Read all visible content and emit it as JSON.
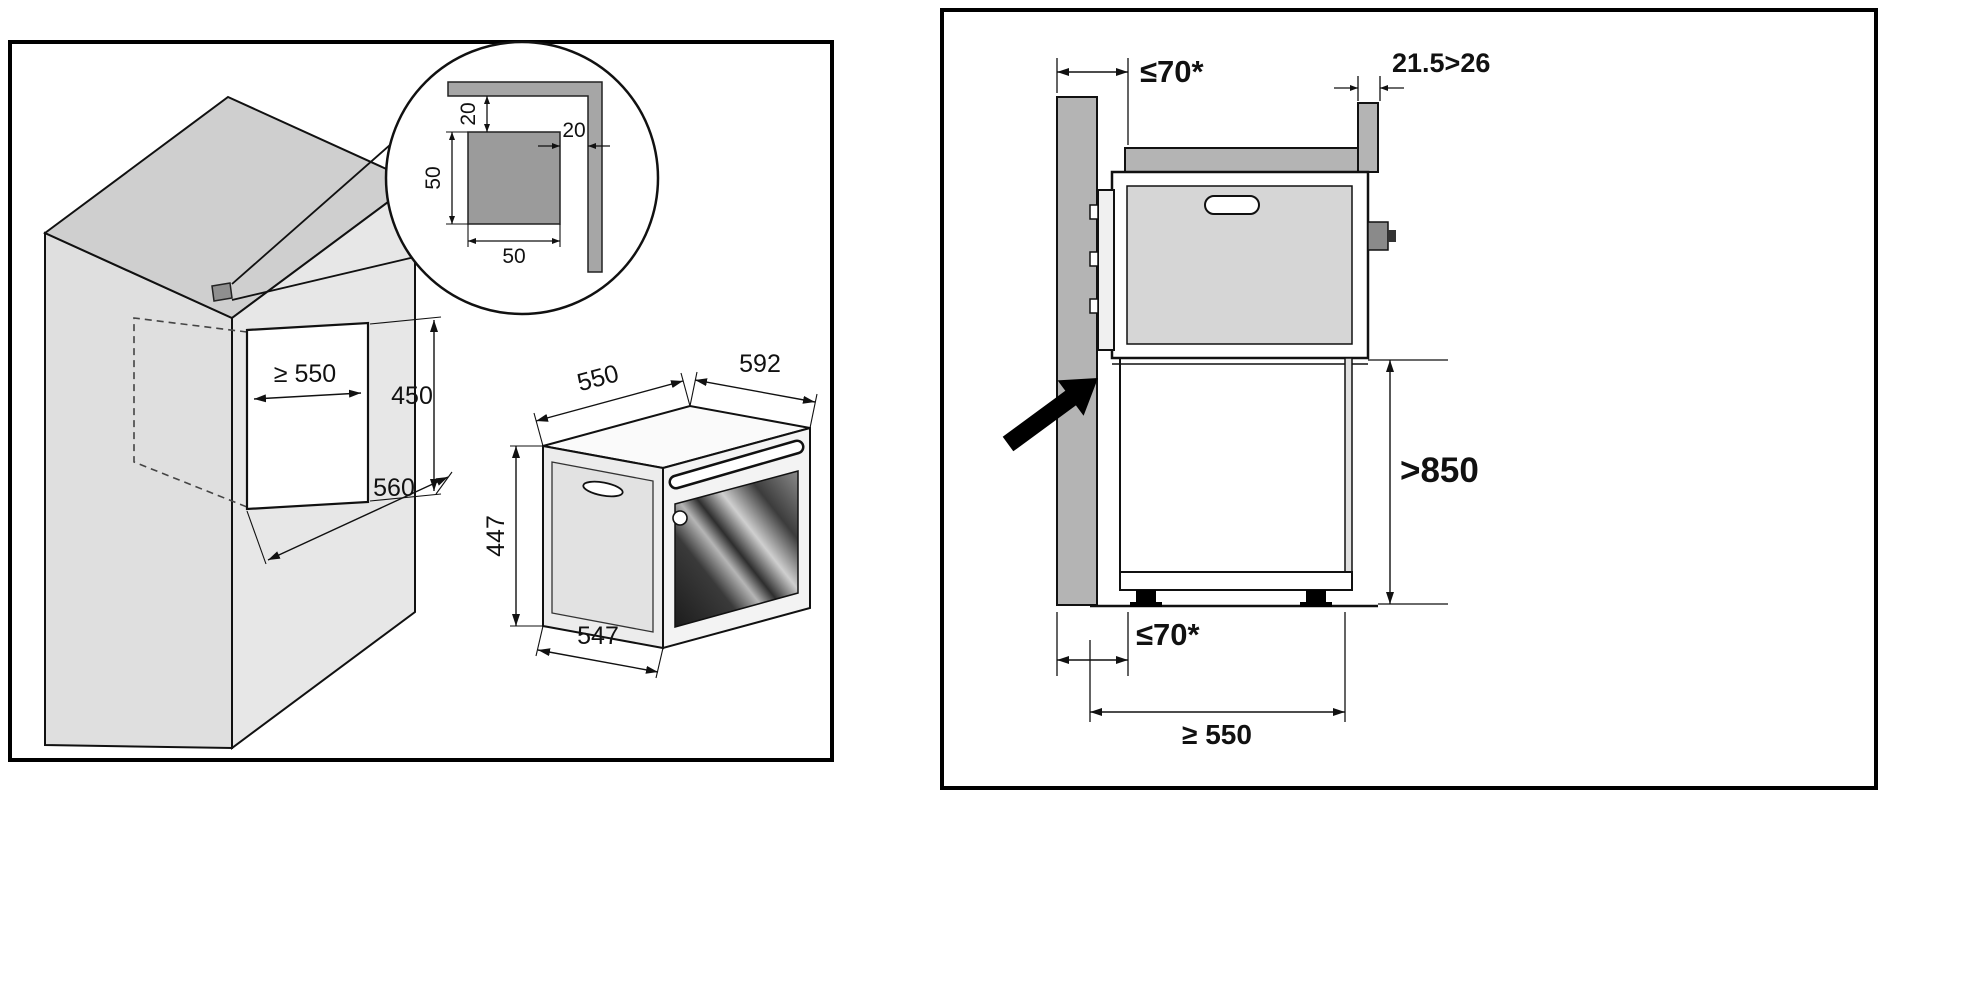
{
  "left_panel": {
    "detail": {
      "top_gap": "20",
      "right_gap": "20",
      "square_height": "50",
      "square_width": "50"
    },
    "niche": {
      "width": "≥ 550",
      "height": "450",
      "depth": "560"
    },
    "oven": {
      "top_depth": "550",
      "top_width": "592",
      "front_height": "447",
      "bottom_depth": "547"
    }
  },
  "right_panel": {
    "top_clearance": "≤70*",
    "rear_gap": "21.5>26",
    "floor_height": ">850",
    "bottom_clearance": "≤70*",
    "cabinet_depth": "≥ 550"
  }
}
